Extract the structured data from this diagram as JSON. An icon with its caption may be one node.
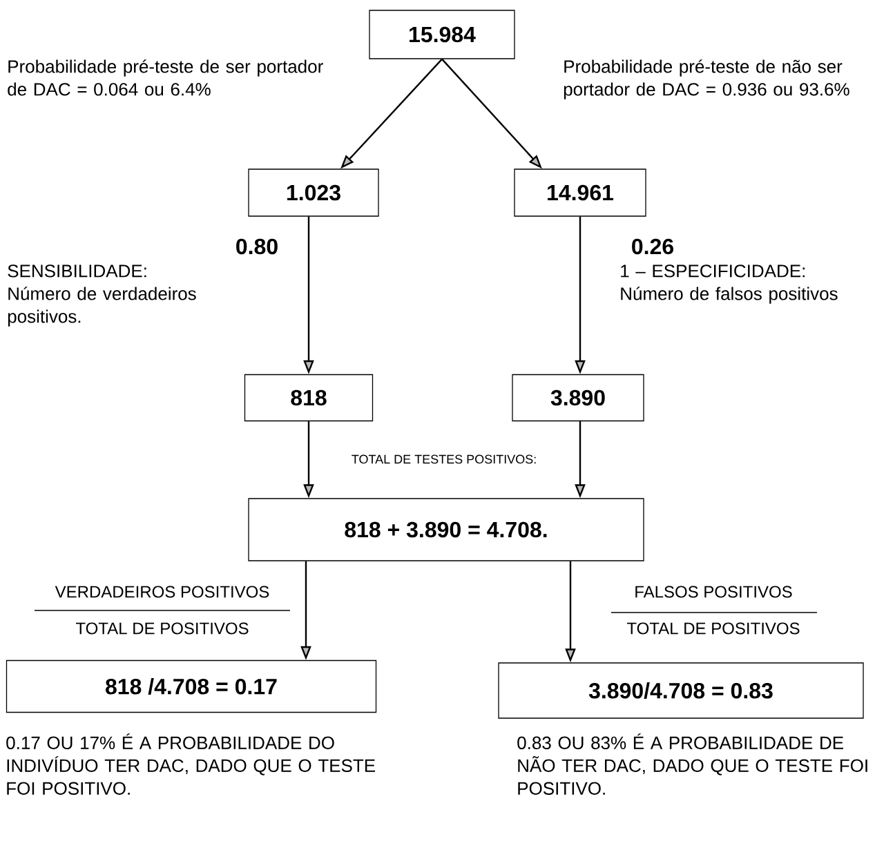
{
  "diagram": {
    "nodes": [
      {
        "text": [
          "15.984"
        ]
      },
      {
        "text": [
          "1.023"
        ]
      },
      {
        "text": [
          "14.961"
        ]
      },
      {
        "text": [
          "818"
        ]
      },
      {
        "text": [
          "3.890"
        ]
      },
      {
        "text": [
          "818 + 3.890 = 4.708."
        ]
      },
      {
        "text": [
          "818 /4.708 =  0.17"
        ],
        "beside": [
          "0.17 OU 17% É A PROBABILIDADE DO INDIVÍDUO TER DAC, DADO QUE O TESTE FOI POSITIVO."
        ]
      },
      {
        "text": [
          "3.890/4.708 = 0.83"
        ],
        "beside": [
          "0.83 OU 83% É A PROBABILIDADE DE NÃO TER DAC, DADO QUE O TESTE FOI POSITIVO."
        ]
      }
    ],
    "edges": [
      {
        "from": 0,
        "to": 1,
        "arrow": "to"
      },
      {
        "from": 0,
        "to": 2,
        "arrow": "to"
      },
      {
        "from": 1,
        "to": 3,
        "arrow": "to",
        "label": "0.80"
      },
      {
        "from": 2,
        "to": 4,
        "arrow": "to",
        "label": "0.26"
      },
      {
        "from": 3,
        "to": 5,
        "arrow": "to"
      },
      {
        "from": 4,
        "to": 5,
        "arrow": "to"
      },
      {
        "from": 5,
        "to": 6,
        "arrow": "to"
      },
      {
        "from": 5,
        "to": 7,
        "arrow": "to"
      }
    ],
    "labels": [
      "Probabilidade pré-teste de ser portador de DAC = 0.064 ou 6.4%",
      "Probabilidade pré-teste de não ser portador de DAC = 0.936 ou 93.6%",
      "SENSIBILIDADE: Número de verdadeiros positivos.",
      "1 – ESPECIFICIDADE: Número de falsos positivos",
      "TOTAL DE TESTES POSITIVOS:",
      "VERDADEIROS POSITIVOS",
      "TOTAL DE POSITIVOS",
      "FALSOS POSITIVOS",
      "TOTAL DE POSITIVOS"
    ]
  }
}
